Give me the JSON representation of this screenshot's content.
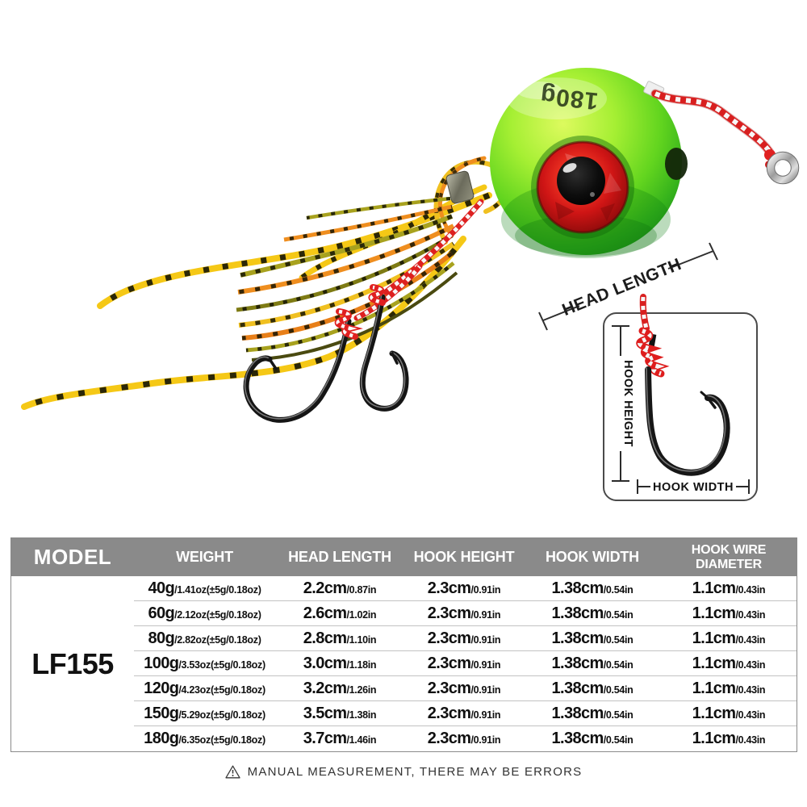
{
  "photo": {
    "weight_label": "180g",
    "head_length_label": "HEAD LENGTH",
    "inset": {
      "hook_height_label": "HOOK HEIGHT",
      "hook_width_label": "HOOK WIDTH"
    }
  },
  "table": {
    "headers": {
      "model": "MODEL",
      "weight": "WEIGHT",
      "head_length": "HEAD LENGTH",
      "hook_height": "HOOK HEIGHT",
      "hook_width": "HOOK WIDTH",
      "hook_wire_l1": "HOOK WIRE",
      "hook_wire_l2": "DIAMETER"
    },
    "model": "LF155",
    "rows": [
      {
        "weight": "40g",
        "weight_detail": "/1.41oz(±5g/0.18oz)",
        "head_length": "2.2cm",
        "head_length_in": "/0.87in",
        "hook_height": "2.3cm",
        "hook_height_in": "/0.91in",
        "hook_width": "1.38cm",
        "hook_width_in": "/0.54in",
        "wire": "1.1cm",
        "wire_in": "/0.43in"
      },
      {
        "weight": "60g",
        "weight_detail": "/2.12oz(±5g/0.18oz)",
        "head_length": "2.6cm",
        "head_length_in": "/1.02in",
        "hook_height": "2.3cm",
        "hook_height_in": "/0.91in",
        "hook_width": "1.38cm",
        "hook_width_in": "/0.54in",
        "wire": "1.1cm",
        "wire_in": "/0.43in"
      },
      {
        "weight": "80g",
        "weight_detail": "/2.82oz(±5g/0.18oz)",
        "head_length": "2.8cm",
        "head_length_in": "/1.10in",
        "hook_height": "2.3cm",
        "hook_height_in": "/0.91in",
        "hook_width": "1.38cm",
        "hook_width_in": "/0.54in",
        "wire": "1.1cm",
        "wire_in": "/0.43in"
      },
      {
        "weight": "100g",
        "weight_detail": "/3.53oz(±5g/0.18oz)",
        "head_length": "3.0cm",
        "head_length_in": "/1.18in",
        "hook_height": "2.3cm",
        "hook_height_in": "/0.91in",
        "hook_width": "1.38cm",
        "hook_width_in": "/0.54in",
        "wire": "1.1cm",
        "wire_in": "/0.43in"
      },
      {
        "weight": "120g",
        "weight_detail": "/4.23oz(±5g/0.18oz)",
        "head_length": "3.2cm",
        "head_length_in": "/1.26in",
        "hook_height": "2.3cm",
        "hook_height_in": "/0.91in",
        "hook_width": "1.38cm",
        "hook_width_in": "/0.54in",
        "wire": "1.1cm",
        "wire_in": "/0.43in"
      },
      {
        "weight": "150g",
        "weight_detail": "/5.29oz(±5g/0.18oz)",
        "head_length": "3.5cm",
        "head_length_in": "/1.38in",
        "hook_height": "2.3cm",
        "hook_height_in": "/0.91in",
        "hook_width": "1.38cm",
        "hook_width_in": "/0.54in",
        "wire": "1.1cm",
        "wire_in": "/0.43in"
      },
      {
        "weight": "180g",
        "weight_detail": "/6.35oz(±5g/0.18oz)",
        "head_length": "3.7cm",
        "head_length_in": "/1.46in",
        "hook_height": "2.3cm",
        "hook_height_in": "/0.91in",
        "hook_width": "1.38cm",
        "hook_width_in": "/0.54in",
        "wire": "1.1cm",
        "wire_in": "/0.43in"
      }
    ],
    "note": "MANUAL MEASUREMENT, THERE MAY BE ERRORS"
  },
  "colors": {
    "header_bg": "#8a8a8a",
    "header_text": "#ffffff",
    "row_separator": "#c2c2c2",
    "note_text": "#333333",
    "head_green": "#7ddf23",
    "eye_red": "#d41a1a",
    "cord_red": "#e02121",
    "skirt_yellow": "#f5c816",
    "skirt_orange": "#ef8e1f",
    "skirt_olive": "#a8a21e"
  }
}
